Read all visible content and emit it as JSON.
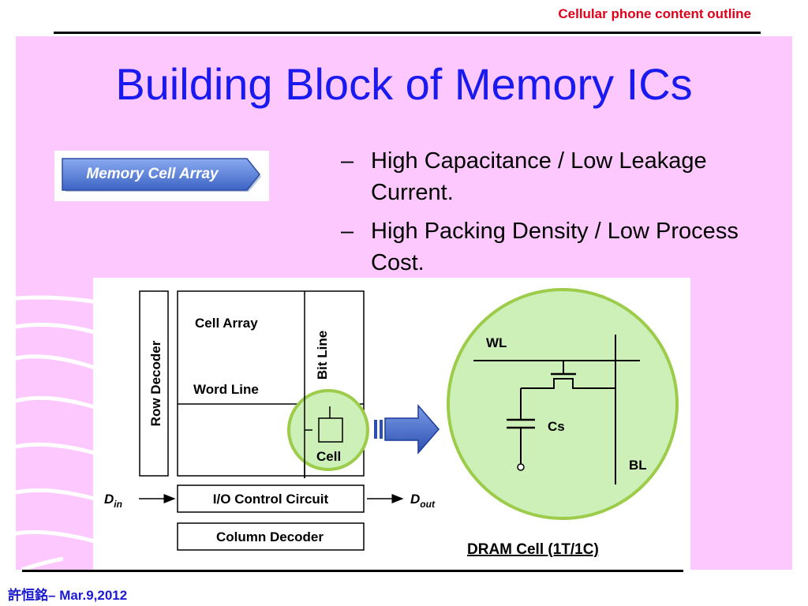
{
  "header": {
    "label": "Cellular phone content outline"
  },
  "slide": {
    "title": "Building Block of Memory ICs",
    "badge": "Memory Cell Array",
    "bullets": [
      {
        "dash": "–",
        "text": "High Capacitance / Low Leakage Current."
      },
      {
        "dash": "–",
        "text": "High Packing Density / Low Process Cost."
      }
    ]
  },
  "diagram": {
    "row_decoder": "Row Decoder",
    "cell_array": "Cell Array",
    "bit_line": "Bit Line",
    "word_line": "Word Line",
    "cell": "Cell",
    "io_control": "I/O Control Circuit",
    "column_decoder": "Column Decoder",
    "d_in_main": "D",
    "d_in_sub": "in",
    "d_out_main": "D",
    "d_out_sub": "out",
    "wl": "WL",
    "cs": "Cs",
    "bl": "BL",
    "dram_caption": "DRAM Cell (1T/1C)"
  },
  "footer": {
    "author": "許恒銘",
    "sep": "– ",
    "date": "Mar.9,2012"
  },
  "colors": {
    "title": "#1a1af0",
    "header_label": "#e0001a",
    "slide_bg": "#fdc8fd",
    "circle_fill": "#ccf0b8",
    "circle_stroke": "#9ccc4a",
    "badge_fill": "#5d86d8",
    "footer_text": "#1a1ad0"
  }
}
